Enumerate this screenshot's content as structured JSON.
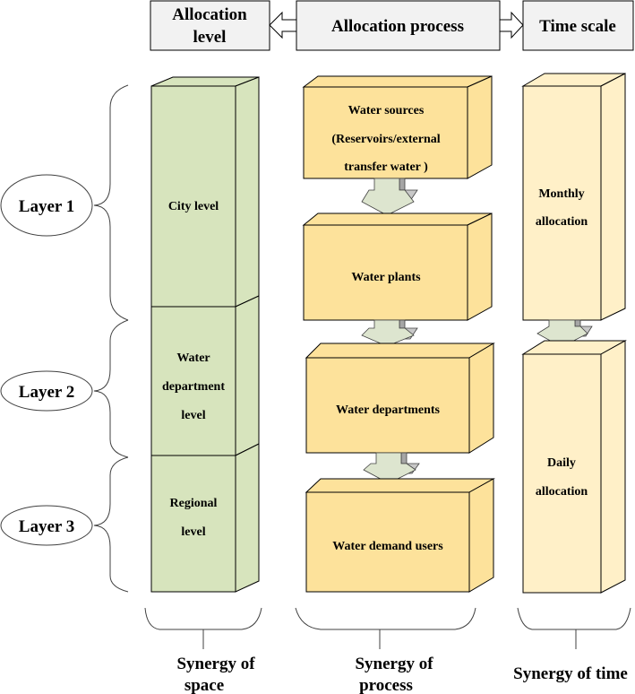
{
  "header": {
    "allocation_level": [
      "Allocation",
      "level"
    ],
    "allocation_process": "Allocation process",
    "time_scale": "Time scale"
  },
  "layers": [
    {
      "label": "Layer 1"
    },
    {
      "label": "Layer 2"
    },
    {
      "label": "Layer 3"
    }
  ],
  "space_levels": [
    {
      "lines": [
        "City level"
      ]
    },
    {
      "lines": [
        "Water",
        "department",
        "level"
      ]
    },
    {
      "lines": [
        "Regional",
        "level"
      ]
    }
  ],
  "process_steps": [
    {
      "lines": [
        "Water sources",
        "(Reservoirs/external",
        "transfer water )"
      ]
    },
    {
      "lines": [
        "Water plants"
      ]
    },
    {
      "lines": [
        "Water departments"
      ]
    },
    {
      "lines": [
        "Water demand users"
      ]
    }
  ],
  "time_steps": [
    {
      "lines": [
        "Monthly",
        "allocation"
      ]
    },
    {
      "lines": [
        "Daily",
        "allocation"
      ]
    }
  ],
  "synergy": {
    "space": [
      "Synergy of",
      "space"
    ],
    "process": [
      "Synergy of",
      "process"
    ],
    "time": [
      "Synergy of time"
    ]
  },
  "colors": {
    "header_fill": "#f2f2f2",
    "space_fill": "#d7e4bd",
    "process_fill": "#fde29b",
    "time_fill": "#fff0c8",
    "arrow_fill": "#dde5cf",
    "arrow_shadow": "#a6a6a6"
  }
}
